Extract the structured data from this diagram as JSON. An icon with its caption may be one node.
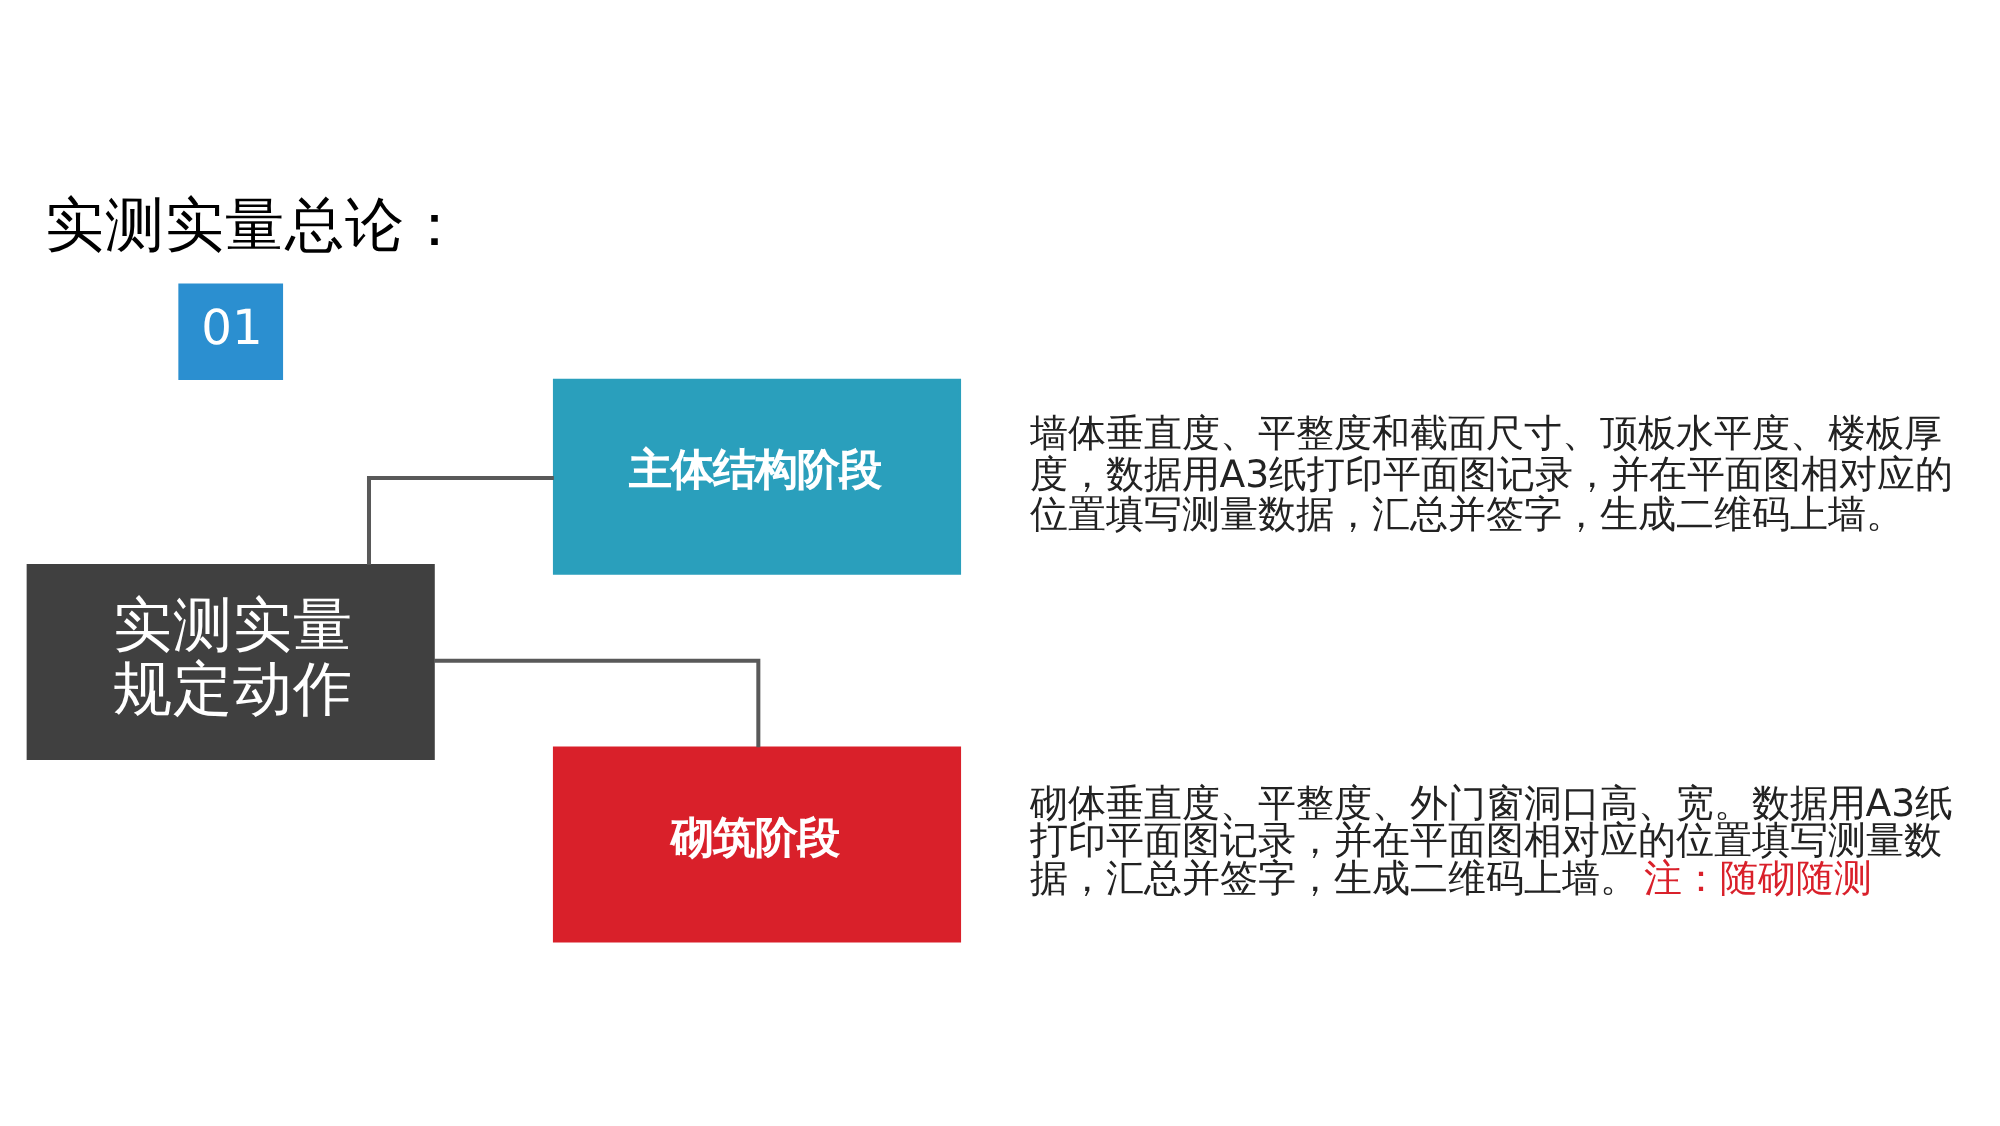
{
  "diagram": {
    "title": "实测实量总论：",
    "nodes": [
      {
        "text": [
          "实测实量规定动作"
        ]
      },
      {
        "text": [
          "主体结构阶段"
        ],
        "beside": [
          "墙体垂直度、平整度和截面尺寸、顶板水平度、楼板厚度，数据用A3纸打印平面图记录，并在平面图相对应的位置填写测量数据，汇总并签字，生成二维码上墙。"
        ]
      },
      {
        "text": [
          "砌筑阶段"
        ],
        "beside": [
          "砌体垂直度、平整度、外门窗洞口高、宽。数据用A3纸打印平面图记录，并在平面图相对应的位置填写测量数据，汇总并签字，生成二维码上墙。",
          "注：随砌随测"
        ]
      }
    ],
    "edges": [
      {
        "from": 0,
        "to": 1,
        "arrow": "none"
      },
      {
        "from": 0,
        "to": 2,
        "arrow": "none"
      }
    ],
    "labels": [
      "01"
    ]
  }
}
